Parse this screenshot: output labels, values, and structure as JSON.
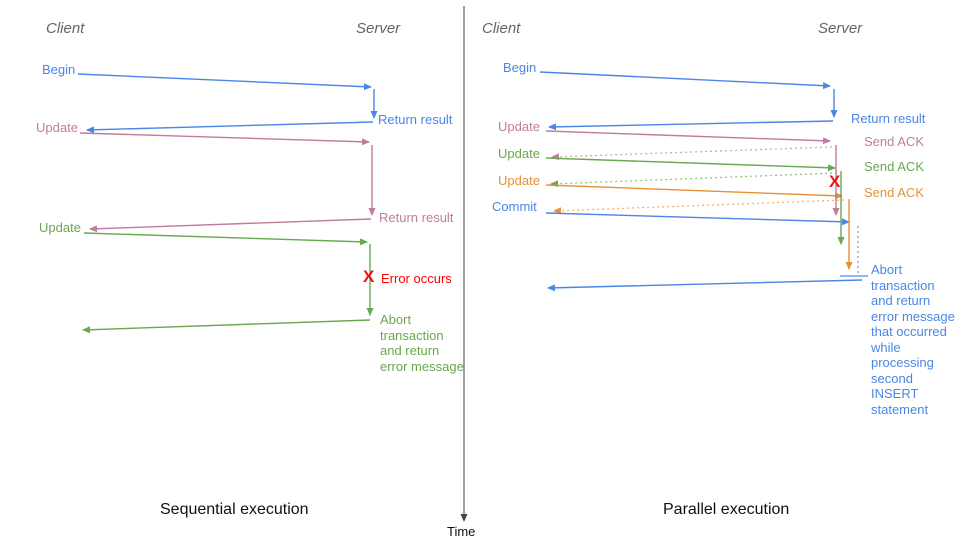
{
  "divider": {
    "time_label": "Time"
  },
  "left": {
    "caption": "Sequential execution",
    "client_header": "Client",
    "server_header": "Server",
    "begin_label": "Begin",
    "return_result_1": "Return result",
    "update_1": "Update",
    "return_result_2": "Return result",
    "update_2": "Update",
    "error_x": "X",
    "error_label": "Error occurs",
    "abort_lines": [
      "Abort",
      "transaction",
      "and return",
      "error message"
    ]
  },
  "right": {
    "caption": "Parallel execution",
    "client_header": "Client",
    "server_header": "Server",
    "begin_label": "Begin",
    "return_result": "Return result",
    "update_1": "Update",
    "send_ack_1": "Send ACK",
    "update_2": "Update",
    "send_ack_2": "Send ACK",
    "update_3": "Update",
    "send_ack_3": "Send ACK",
    "commit_label": "Commit",
    "error_x": "X",
    "abort_lines": [
      "Abort",
      "transaction",
      "and return",
      "error message",
      "that occurred",
      "while",
      "processing",
      "second",
      "INSERT",
      "statement"
    ]
  },
  "colors": {
    "blue": "#4a86e8",
    "blue_light": "#6d9eeb",
    "pink": "#c27ba0",
    "pink_light": "#d5a6bd",
    "green": "#6aa84f",
    "green_light": "#93c47d",
    "orange": "#e69138",
    "orange_light": "#f6b26b",
    "red": "#ff0000",
    "axis_gray": "#444444",
    "header_gray": "#666666"
  }
}
